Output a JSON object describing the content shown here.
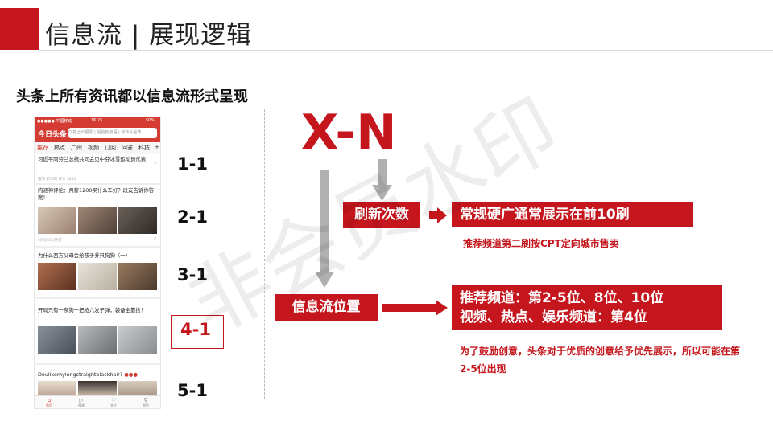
{
  "header": {
    "title": "信息流 | 展现逻辑",
    "accent_color": "#c4161c"
  },
  "subtitle": "头条上所有资讯都以信息流形式呈现",
  "phone": {
    "status_left": "●●●●● 中国移动",
    "status_time": "16:25",
    "status_right": "50%",
    "logo": "今日头条",
    "search_placeholder": "Q 搜土炎据票 | 幅脸狗娘语 | 动作片经典",
    "tabs": [
      "推荐",
      "热点",
      "广州",
      "视频",
      "订阅",
      "问答",
      "科技",
      "+"
    ],
    "items": [
      {
        "title": "习近平同芬兰总统共同会见中芬冰雪运动员代表",
        "meta": "置顶 新华网 评论 5683"
      },
      {
        "title": "内涵神评论：月薪1200买什么车好？段友告诉你答案！",
        "meta": "6评论 8分钟前"
      },
      {
        "title": "为什么西方父母会给孩子养只狗狗（一）",
        "meta": ""
      },
      {
        "title": "开局只有一条狗一把枪六发子弹，装备全靠捡！",
        "meta": ""
      },
      {
        "title": "Doulikemylongstraightblackhair?",
        "meta": ""
      }
    ],
    "bottom_nav": [
      {
        "icon": "⌂",
        "label": "首页"
      },
      {
        "icon": "▷",
        "label": "视频"
      },
      {
        "icon": "♡",
        "label": "关注"
      },
      {
        "icon": "⚲",
        "label": "我的"
      }
    ]
  },
  "positions": [
    "1-1",
    "2-1",
    "3-1",
    "4-1",
    "5-1"
  ],
  "formula": "X-N",
  "refresh_label": "刷新次数",
  "feed_position_label": "信息流位置",
  "refresh_result": "常规硬广通常展示在前10刷",
  "refresh_note": "推荐频道第二刷按CPT定向城市售卖",
  "position_result": {
    "line1": "推荐频道：第2-5位、8位、10位",
    "line2": "视频、热点、娱乐频道：第4位"
  },
  "position_note": "为了鼓励创意，头条对于优质的创意给予优先展示，所以可能在第2-5位出现",
  "watermark": "非会员水印"
}
